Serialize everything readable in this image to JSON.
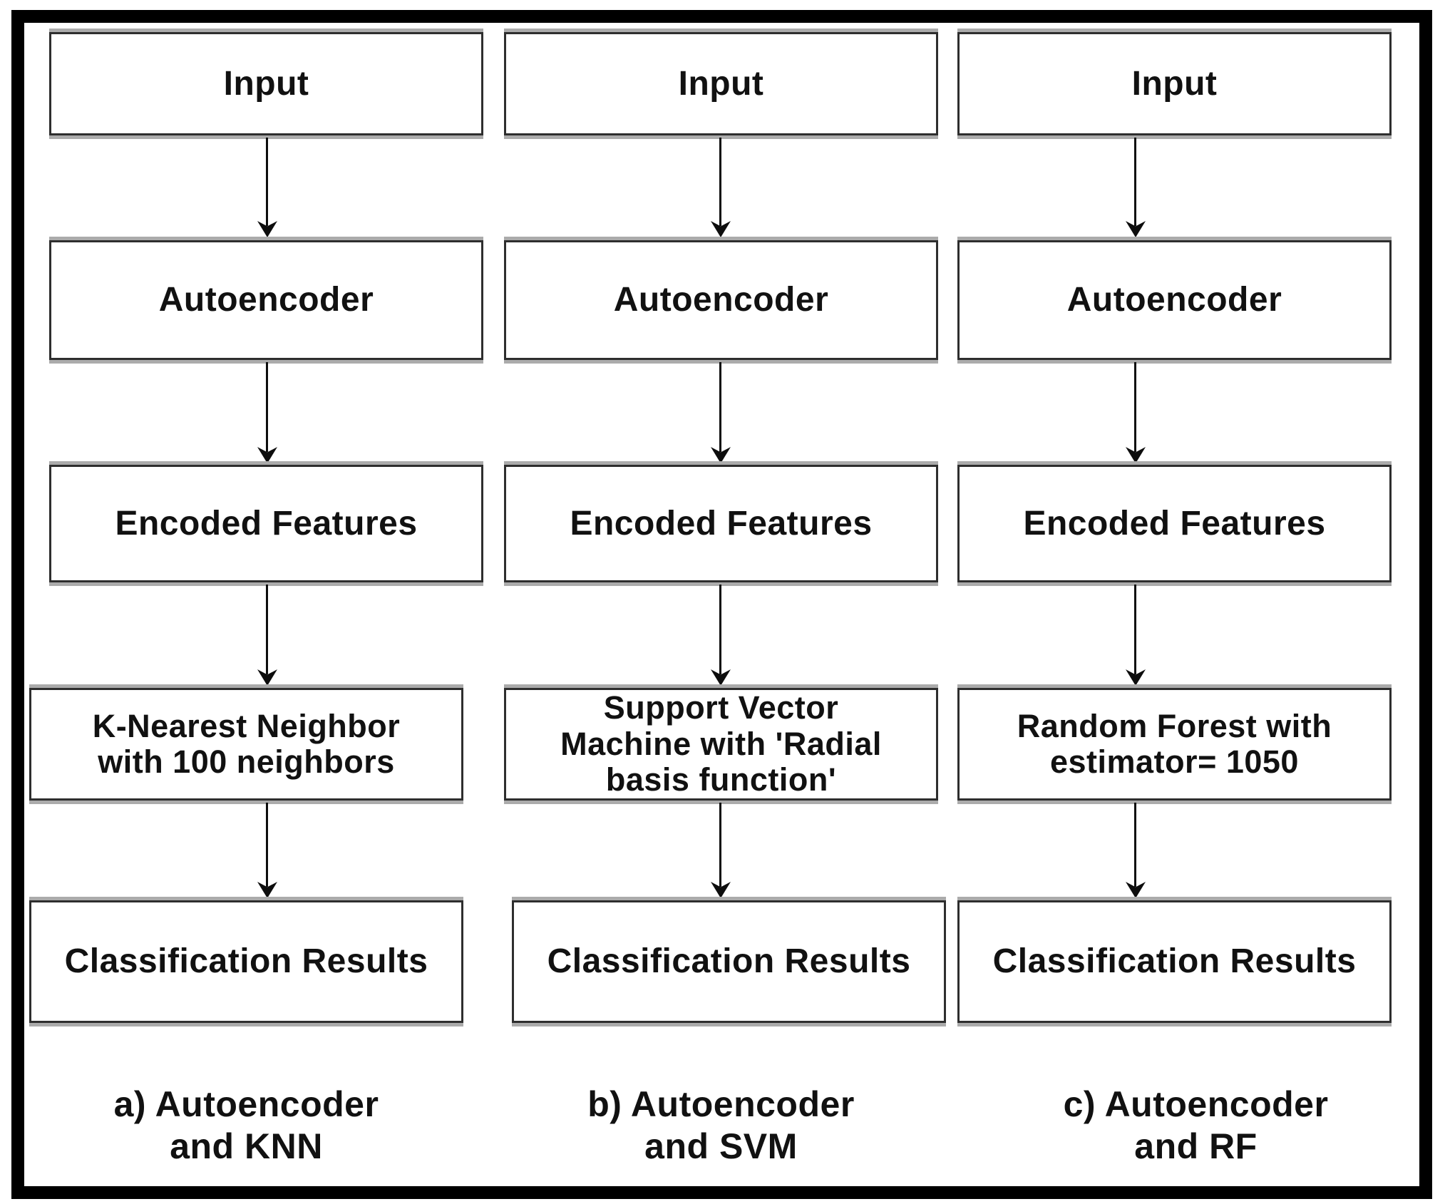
{
  "figure": {
    "colors": {
      "frame": "#000000",
      "box_border": "#2e2e2e",
      "text": "#111111"
    },
    "columns": [
      {
        "id": "a",
        "steps": [
          "Input",
          "Autoencoder",
          "Encoded Features",
          "K-Nearest Neighbor\nwith 100 neighbors",
          "Classification Results"
        ],
        "caption": "a) Autoencoder\nand KNN"
      },
      {
        "id": "b",
        "steps": [
          "Input",
          "Autoencoder",
          "Encoded Features",
          "Support Vector\nMachine with 'Radial\nbasis function'",
          "Classification Results"
        ],
        "caption": "b) Autoencoder\nand SVM"
      },
      {
        "id": "c",
        "steps": [
          "Input",
          "Autoencoder",
          "Encoded Features",
          "Random Forest with\nestimator= 1050",
          "Classification Results"
        ],
        "caption": "c) Autoencoder\nand RF"
      }
    ]
  }
}
